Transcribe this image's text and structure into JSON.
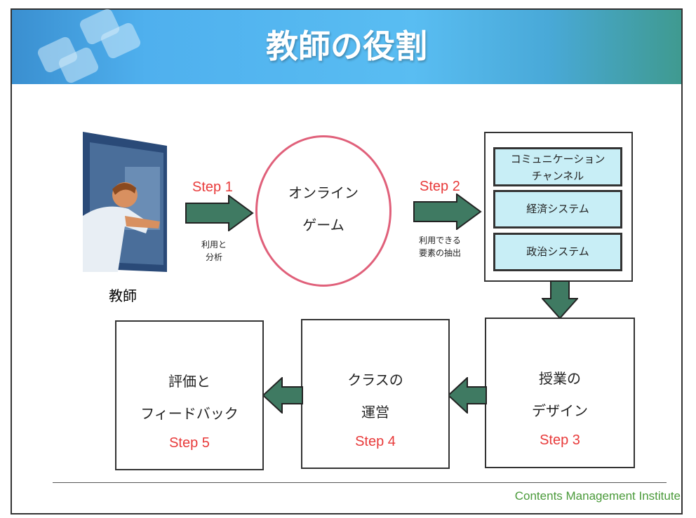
{
  "title": "教師の役割",
  "teacher": {
    "label": "教師"
  },
  "step1": {
    "label": "Step 1",
    "note_line1": "利用と",
    "note_line2": "分析"
  },
  "online_game": {
    "line1": "オンライン",
    "line2": "ゲーム"
  },
  "step2": {
    "label": "Step 2",
    "note_line1": "利用できる",
    "note_line2": "要素の抽出"
  },
  "elements": [
    {
      "line1": "コミュニケーション",
      "line2": "チャンネル"
    },
    {
      "line1": "経済システム"
    },
    {
      "line1": "政治システム"
    }
  ],
  "step3": {
    "line1": "授業の",
    "line2": "デザイン",
    "label": "Step 3"
  },
  "step4": {
    "line1": "クラスの",
    "line2": "運営",
    "label": "Step 4"
  },
  "step5": {
    "line1": "評価と",
    "line2": "フィードバック",
    "label": "Step 5"
  },
  "footer": "Contents Management Institute",
  "colors": {
    "arrow": "#3f7a62",
    "step": "#e83a3a",
    "circle": "#e0607a",
    "element_bg": "#c8eef6",
    "footer": "#4a9a3a"
  }
}
